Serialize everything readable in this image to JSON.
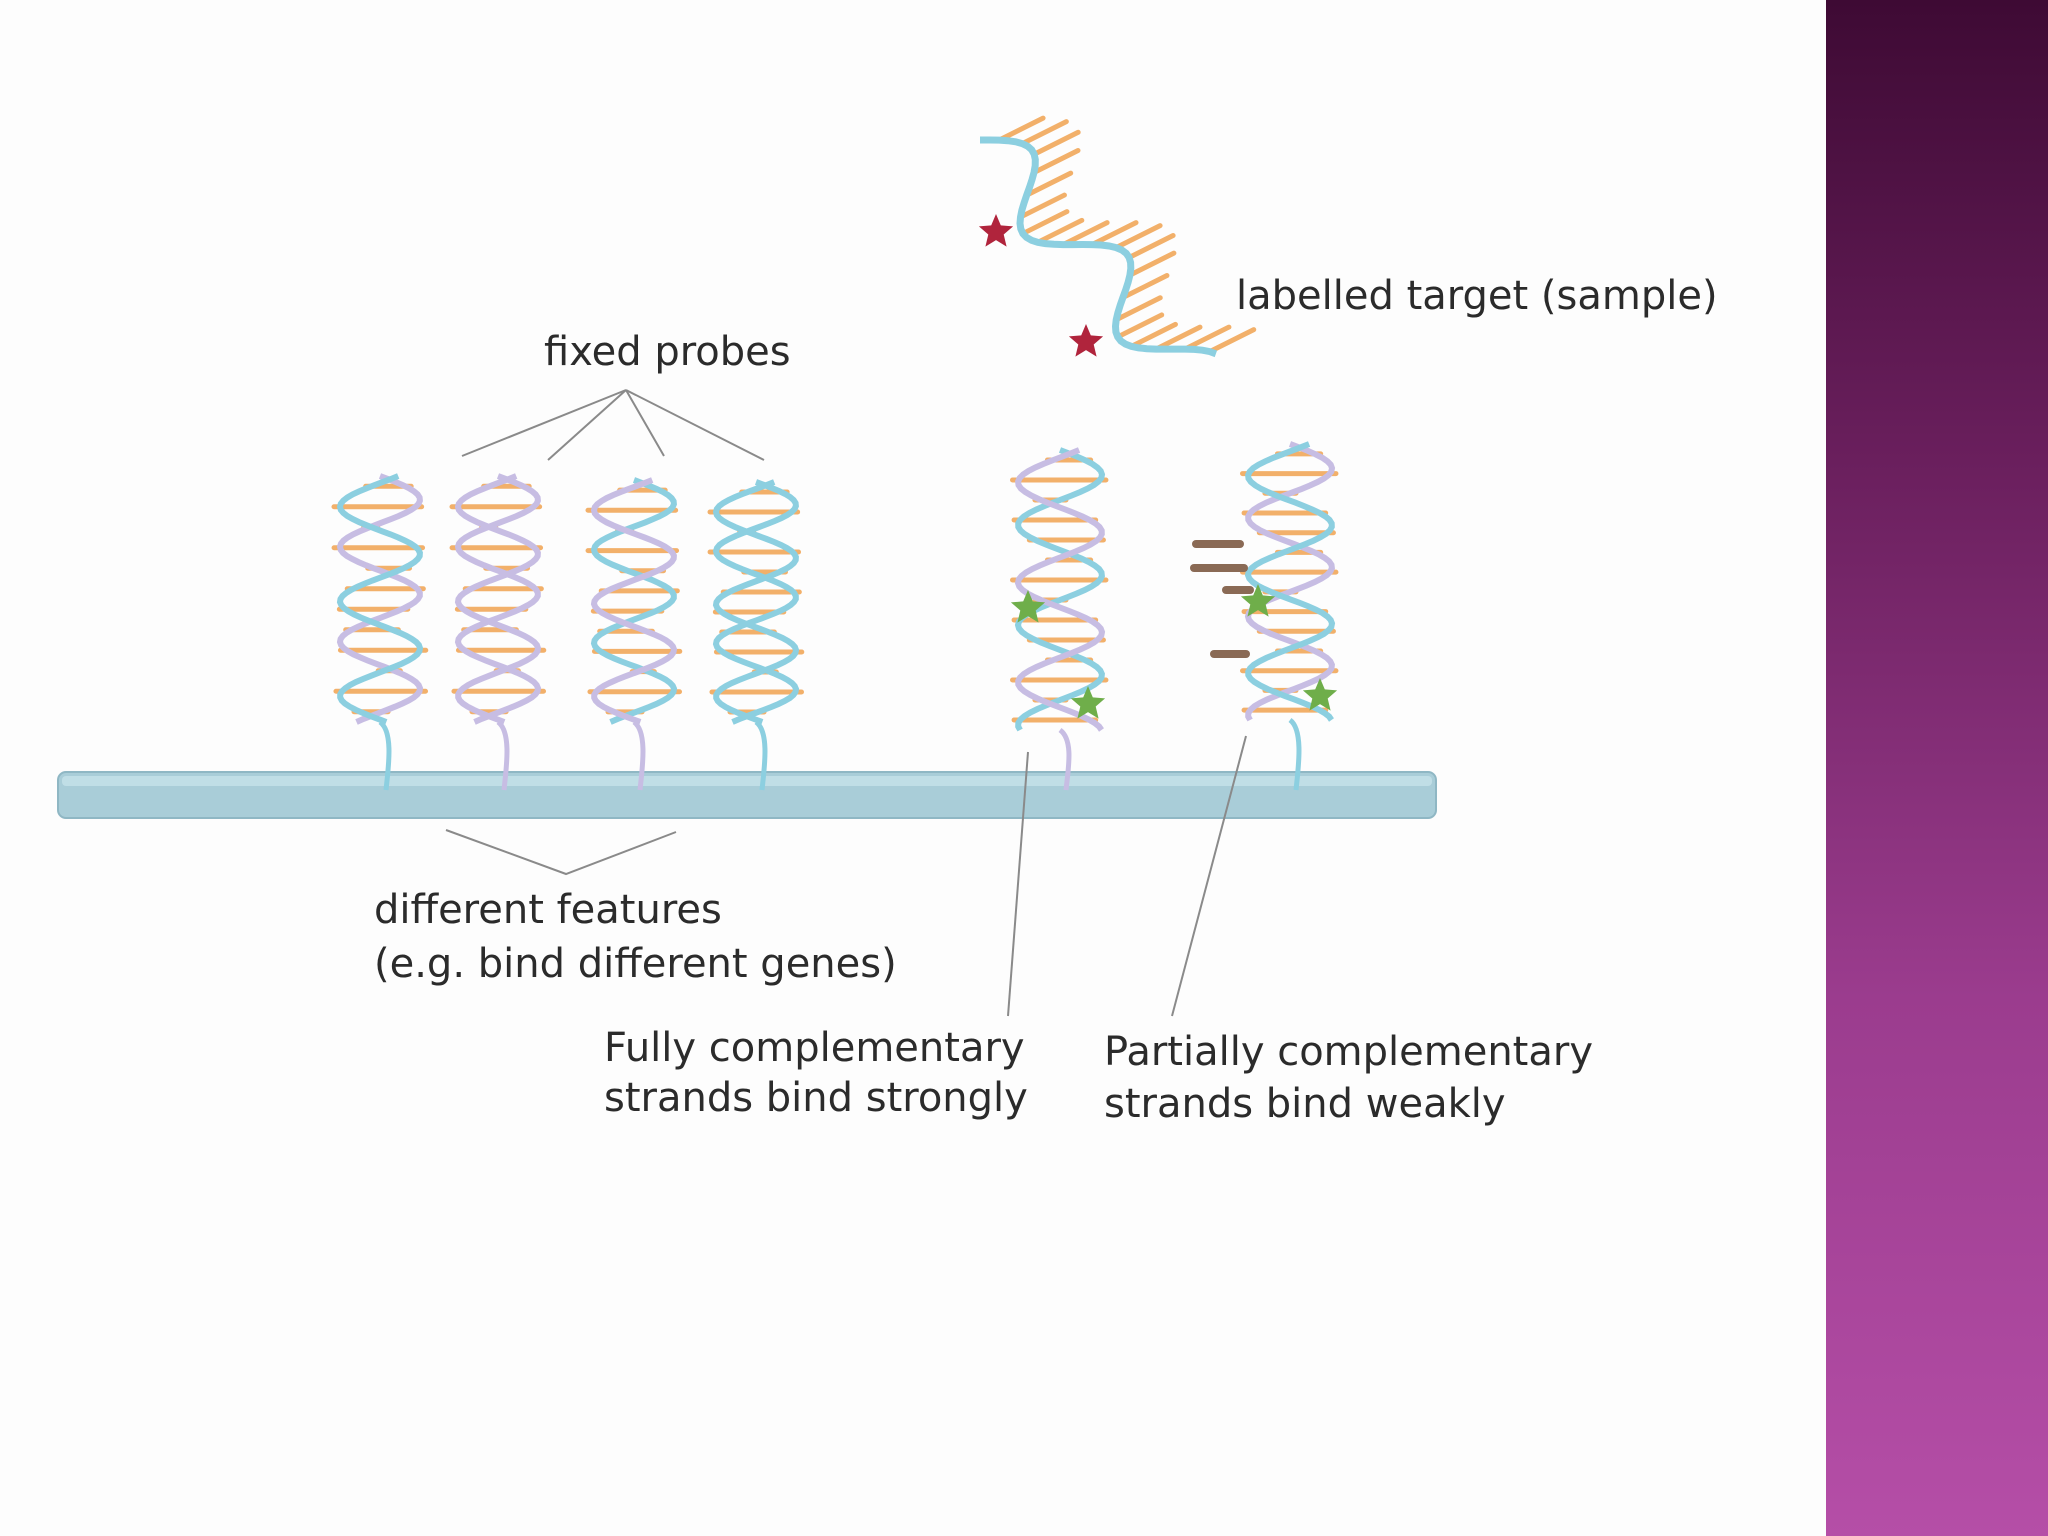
{
  "labels": {
    "labelled_target": "labelled target (sample)",
    "fixed_probes": "fixed probes",
    "different_features_line1": "different features",
    "different_features_line2": "(e.g. bind different genes)",
    "fully_line1": "Fully complementary",
    "fully_line2": "strands bind strongly",
    "partially_line1": "Partially complementary",
    "partially_line2": "strands bind weakly"
  },
  "colors": {
    "substrate": "#a9cdd8",
    "backbone_blue": "#8ccfe0",
    "backbone_lilac": "#c7bde3",
    "base_orange": "#f2b06a",
    "base_brown": "#8a6a55",
    "label_red_star": "#b0243c",
    "label_green_star": "#6fae4a",
    "panel_gradient_top": "#3e0a34",
    "panel_gradient_bottom": "#b54ea7"
  },
  "icons": {
    "target_label_marker": "red-star-icon",
    "bound_label_marker": "green-star-icon"
  }
}
